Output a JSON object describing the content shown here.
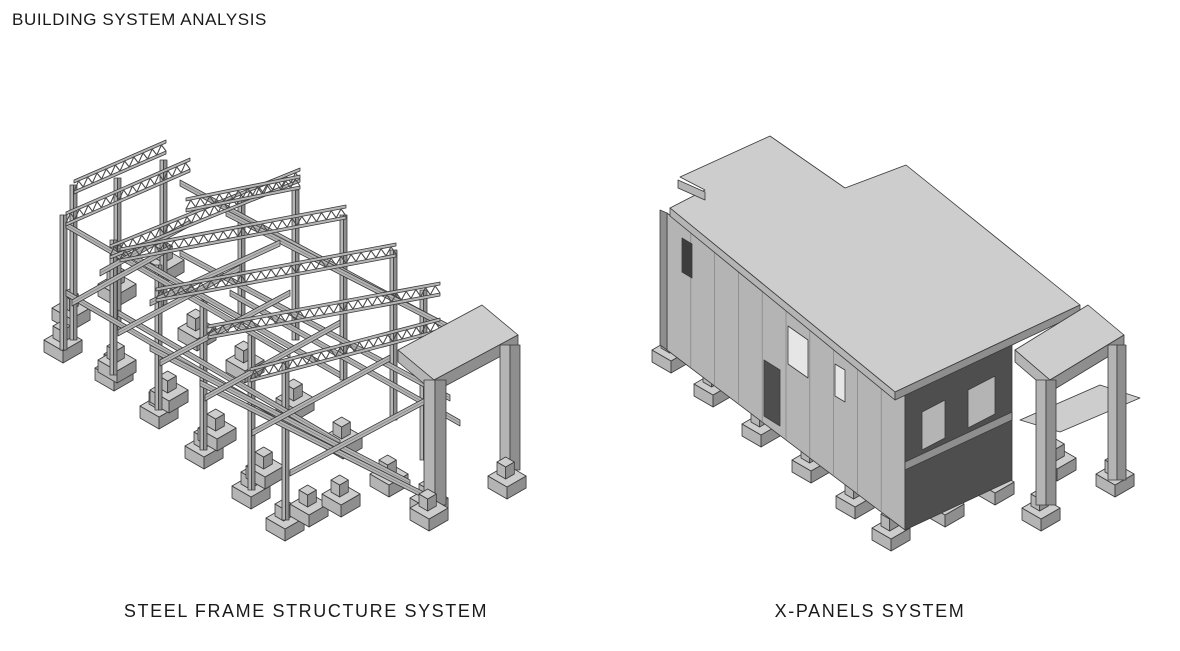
{
  "page": {
    "title": "BUILDING SYSTEM ANALYSIS"
  },
  "diagrams": [
    {
      "caption": "STEEL FRAME STRUCTURE SYSTEM",
      "icon": "steel-frame-isometric"
    },
    {
      "caption": "X-PANELS SYSTEM",
      "icon": "x-panels-isometric"
    }
  ],
  "colors": {
    "top": "#cdcdcd",
    "light": "#b4b4b4",
    "mid": "#8e8e8e",
    "dark": "#4e4e4e",
    "edge": "#3a3a3a"
  }
}
